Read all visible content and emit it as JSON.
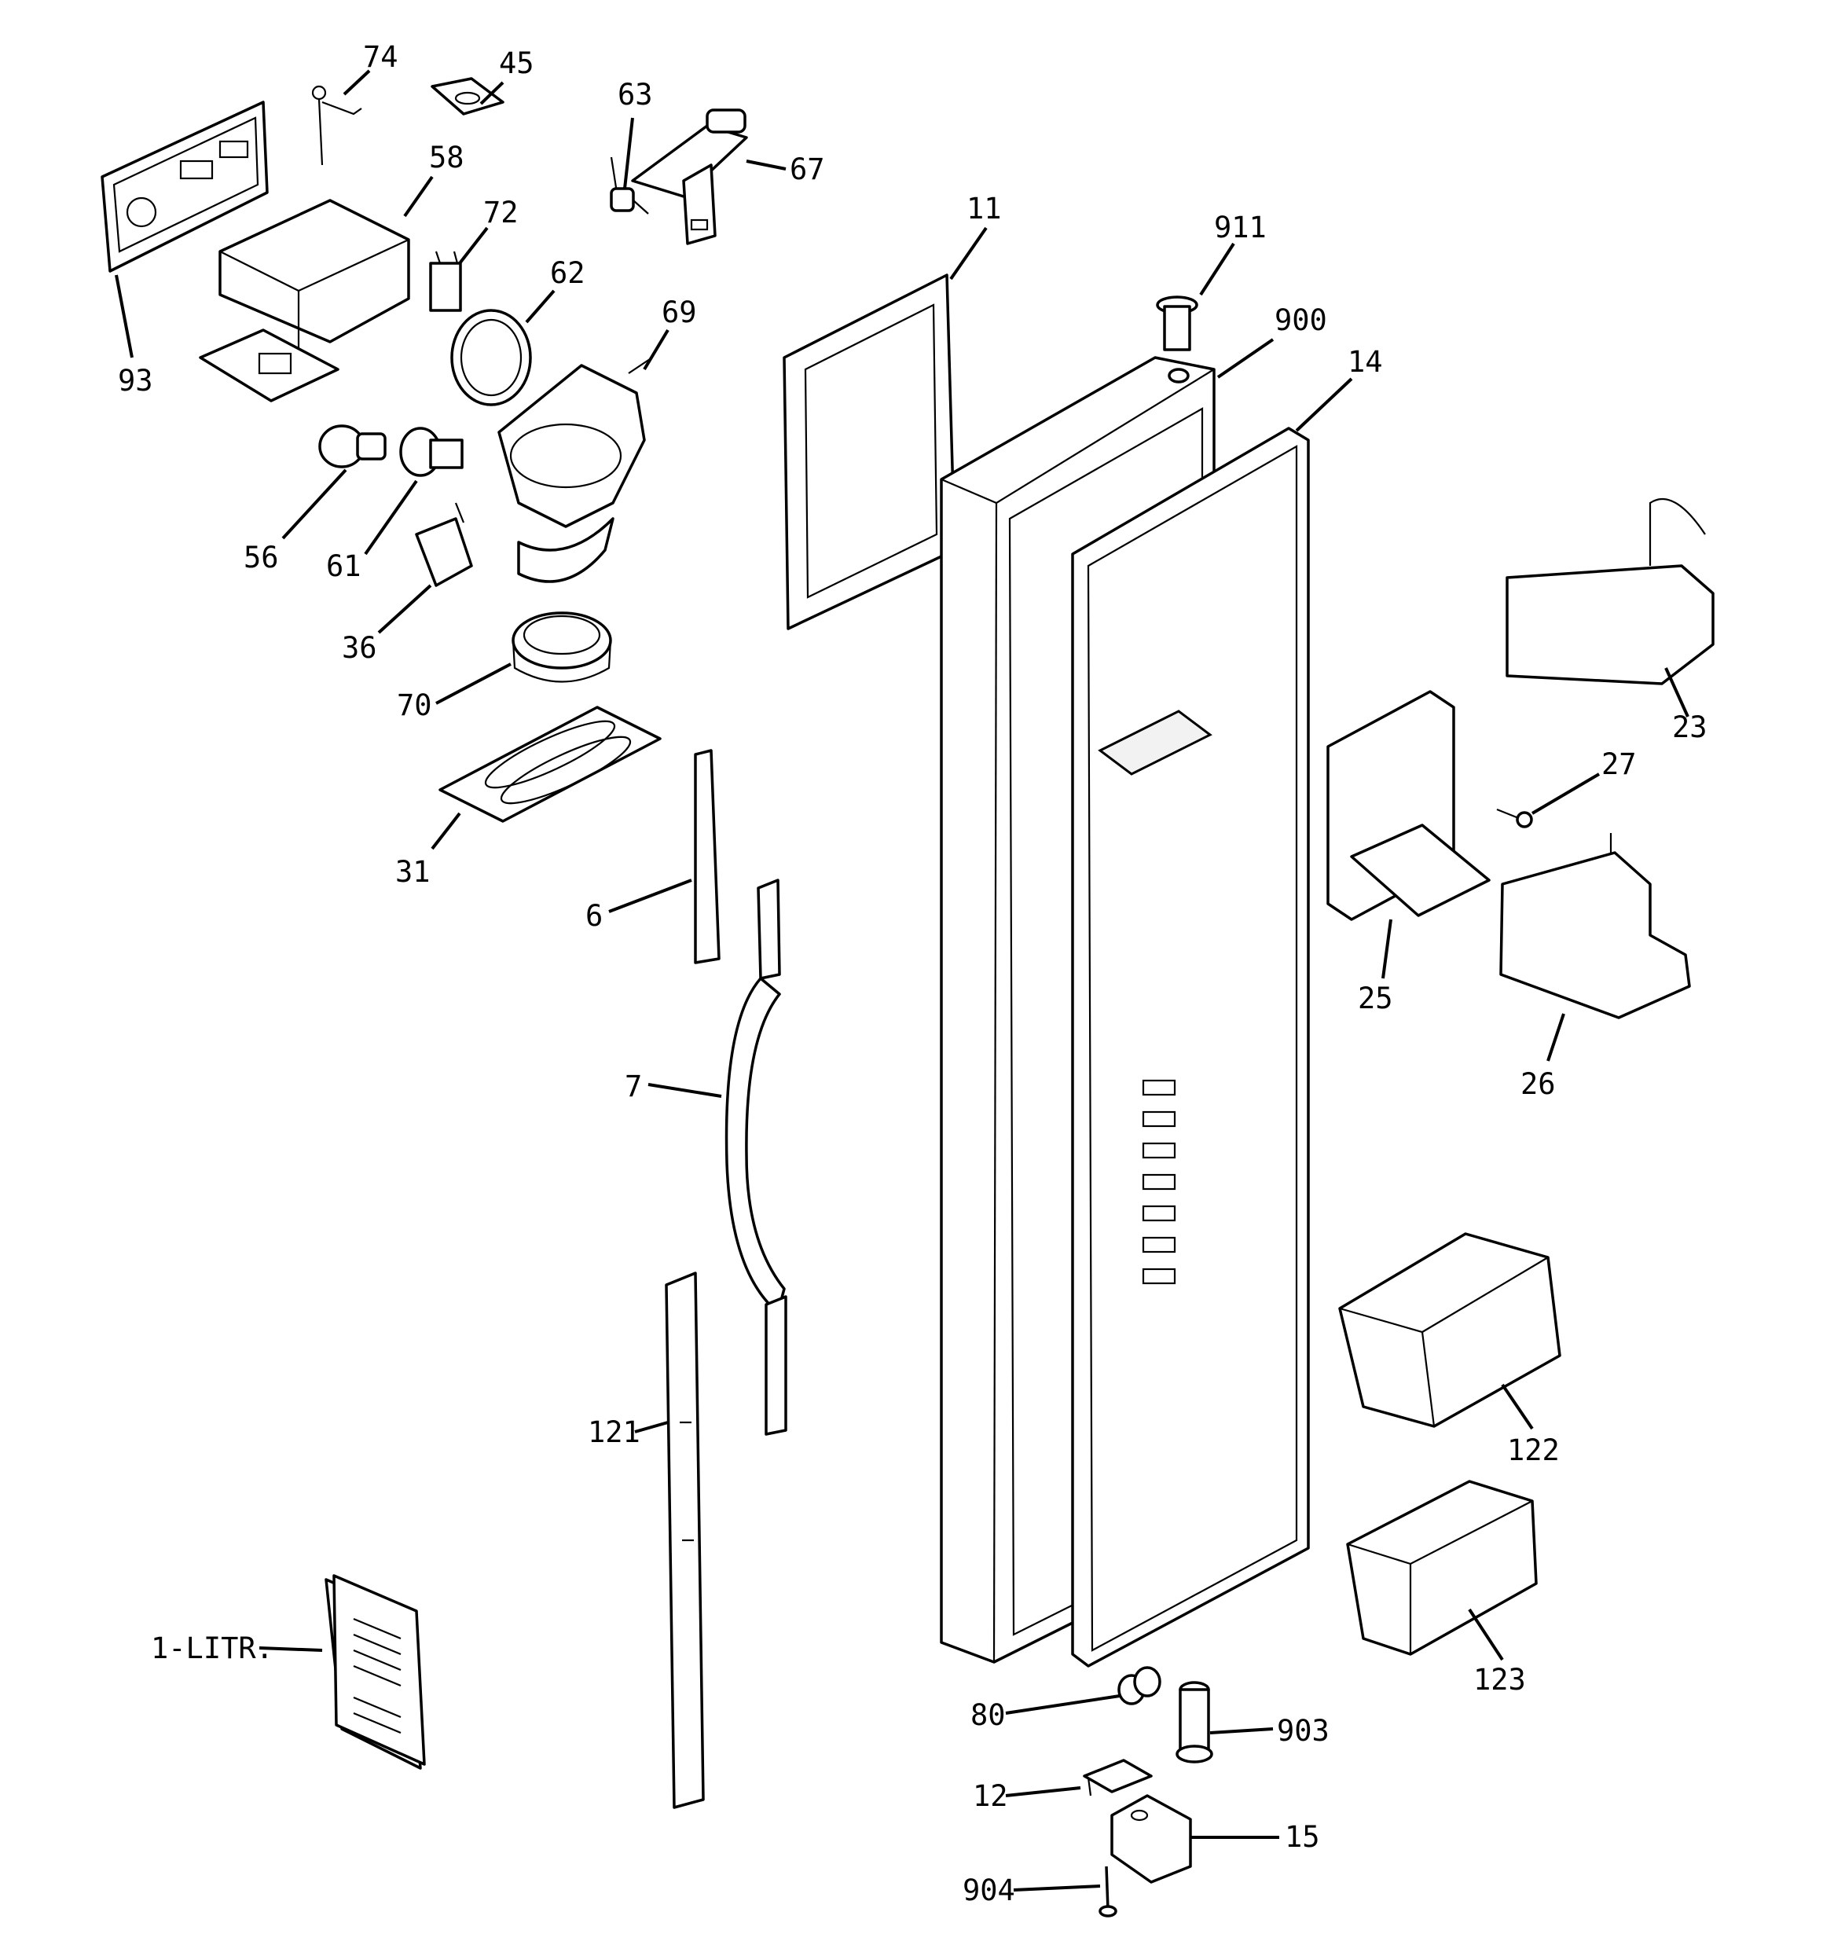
{
  "diagram": {
    "parts": [
      {
        "id": "p74",
        "label": "74"
      },
      {
        "id": "p45",
        "label": "45"
      },
      {
        "id": "p63",
        "label": "63"
      },
      {
        "id": "p67",
        "label": "67"
      },
      {
        "id": "p58",
        "label": "58"
      },
      {
        "id": "p72",
        "label": "72"
      },
      {
        "id": "p11",
        "label": "11"
      },
      {
        "id": "p911",
        "label": "911"
      },
      {
        "id": "p62",
        "label": "62"
      },
      {
        "id": "p69",
        "label": "69"
      },
      {
        "id": "p900",
        "label": "900"
      },
      {
        "id": "p14",
        "label": "14"
      },
      {
        "id": "p93",
        "label": "93"
      },
      {
        "id": "p56",
        "label": "56"
      },
      {
        "id": "p61",
        "label": "61"
      },
      {
        "id": "p36",
        "label": "36"
      },
      {
        "id": "p23",
        "label": "23"
      },
      {
        "id": "p70",
        "label": "70"
      },
      {
        "id": "p27",
        "label": "27"
      },
      {
        "id": "p31",
        "label": "31"
      },
      {
        "id": "p6",
        "label": "6"
      },
      {
        "id": "p25",
        "label": "25"
      },
      {
        "id": "p7",
        "label": "7"
      },
      {
        "id": "p26",
        "label": "26"
      },
      {
        "id": "p121",
        "label": "121"
      },
      {
        "id": "p122",
        "label": "122"
      },
      {
        "id": "p1litr",
        "label": "1-LITR."
      },
      {
        "id": "p123",
        "label": "123"
      },
      {
        "id": "p80",
        "label": "80"
      },
      {
        "id": "p903",
        "label": "903"
      },
      {
        "id": "p12",
        "label": "12"
      },
      {
        "id": "p15",
        "label": "15"
      },
      {
        "id": "p904",
        "label": "904"
      }
    ]
  }
}
